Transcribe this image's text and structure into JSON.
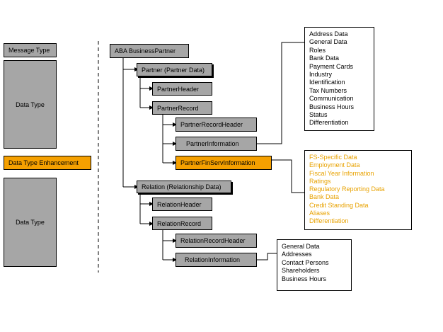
{
  "legend": {
    "message_type": "Message Type",
    "data_type_top": "Data Type",
    "data_type_enhancement": "Data Type Enhancement",
    "data_type_bottom": "Data Type"
  },
  "nodes": {
    "root": "ABA BusinessPartner",
    "partner": "Partner (Partner Data)",
    "partner_header": "PartnerHeader",
    "partner_record": "PartnerRecord",
    "partner_record_header": "PartnerRecordHeader",
    "partner_information": "PartnerInformation",
    "partner_finserv_information": "PartnerFinServInformation",
    "relation": "Relation (Relationship Data)",
    "relation_header": "RelationHeader",
    "relation_record": "RelationRecord",
    "relation_record_header": "RelationRecordHeader",
    "relation_information": "RelationInformation"
  },
  "partner_information_items": [
    "Address Data",
    "General Data",
    "Roles",
    "Bank Data",
    "Payment Cards",
    "Industry",
    "Identification",
    "Tax Numbers",
    "Communication",
    "Business Hours",
    "Status",
    "Differentiation"
  ],
  "finserv_items": [
    "FS-Specific Data",
    "Employment Data",
    "Fiscal Year Information",
    "Ratings",
    "Regulatory Reporting Data",
    "Bank  Data",
    "Credit Standing Data",
    "Aliases",
    "Differentiation"
  ],
  "relation_information_items": [
    "General Data",
    "Addresses",
    "Contact Persons",
    "Shareholders",
    "Business Hours"
  ],
  "colors": {
    "node_gray": "#a6a6a6",
    "enhancement_orange": "#f5a000",
    "finserv_text": "#e8a200"
  }
}
